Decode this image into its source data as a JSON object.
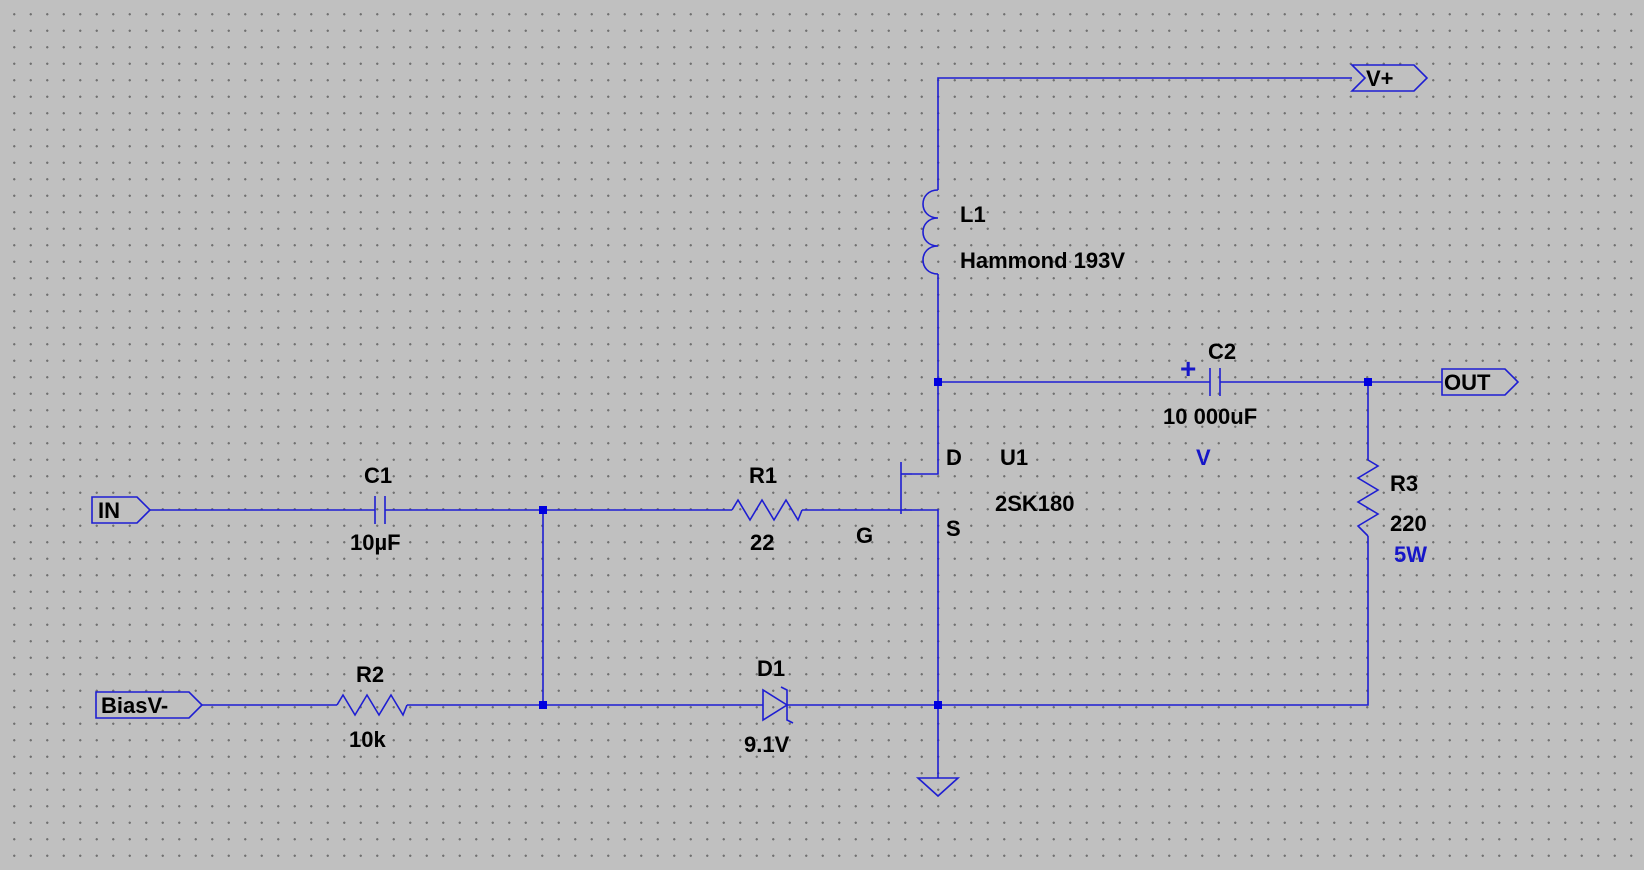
{
  "ports": {
    "vplus": "V+",
    "out": "OUT",
    "in": "IN",
    "biasv": "BiasV-"
  },
  "components": {
    "l1": {
      "ref": "L1",
      "value": "Hammond 193V"
    },
    "c1": {
      "ref": "C1",
      "value": "10µF"
    },
    "c2": {
      "ref": "C2",
      "value": "10 000uF",
      "extra": "V",
      "polarity": "+"
    },
    "r1": {
      "ref": "R1",
      "value": "22"
    },
    "r2": {
      "ref": "R2",
      "value": "10k"
    },
    "r3": {
      "ref": "R3",
      "value": "220",
      "extra": "5W"
    },
    "d1": {
      "ref": "D1",
      "value": "9.1V"
    },
    "u1": {
      "ref": "U1",
      "value": "2SK180",
      "pin_d": "D",
      "pin_g": "G",
      "pin_s": "S"
    }
  },
  "colors": {
    "wire": "#1e1ed2",
    "background": "#c0c0c0",
    "junction": "#0000e0",
    "attribute_text": "#1616c8"
  }
}
